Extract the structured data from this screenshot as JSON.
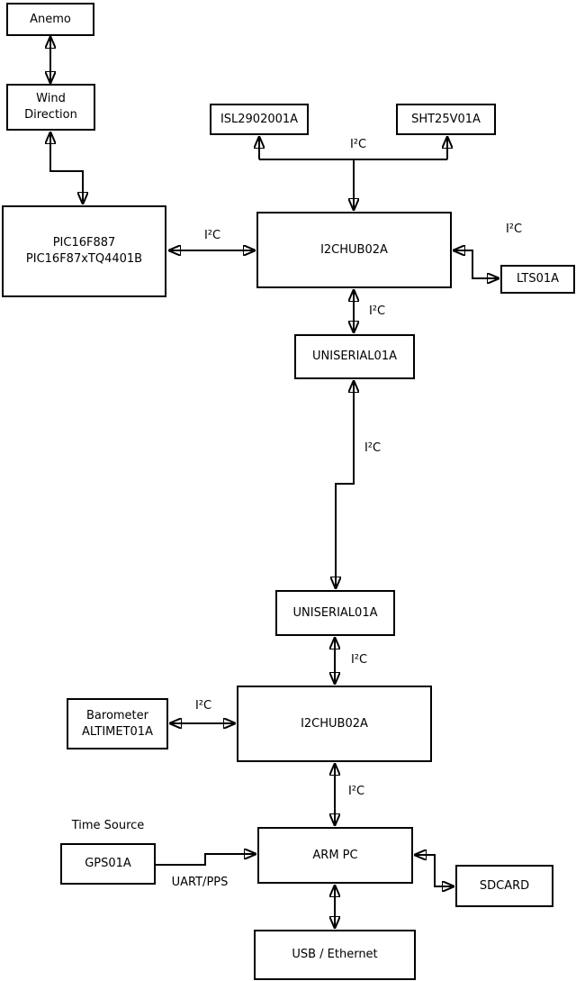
{
  "colors": {
    "line": "#000000",
    "background": "#ffffff",
    "box_fill": "#ffffff"
  },
  "nodes": {
    "anemo": {
      "label": "Anemo"
    },
    "wind_direction": {
      "lines": [
        "Wind",
        "Direction"
      ]
    },
    "pic": {
      "lines": [
        "PIC16F887",
        "PIC16F87xTQ4401B"
      ]
    },
    "isl": {
      "label": "ISL2902001A"
    },
    "sht": {
      "label": "SHT25V01A"
    },
    "i2chub_top": {
      "label": "I2CHUB02A"
    },
    "lts": {
      "label": "LTS01A"
    },
    "uniserial_top": {
      "label": "UNISERIAL01A"
    },
    "uniserial_bottom": {
      "label": "UNISERIAL01A"
    },
    "barometer": {
      "lines": [
        "Barometer",
        "ALTIMET01A"
      ]
    },
    "i2chub_bottom": {
      "label": "I2CHUB02A"
    },
    "gps": {
      "label": "GPS01A"
    },
    "arm_pc": {
      "label": "ARM PC"
    },
    "sdcard": {
      "label": "SDCARD"
    },
    "usb_ethernet": {
      "label": "USB / Ethernet"
    }
  },
  "edge_labels": {
    "i2c_sensors": "I²C",
    "i2c_pic_hub": "I²C",
    "i2c_hub_lts": "I²C",
    "i2c_hub_uniserial": "I²C",
    "i2c_uniserial_link": "I²C",
    "i2c_uniserial_hub2": "I²C",
    "i2c_barometer_hub2": "I²C",
    "i2c_hub2_armpc": "I²C",
    "time_source": "Time Source",
    "uart_pps": "UART/PPS"
  }
}
